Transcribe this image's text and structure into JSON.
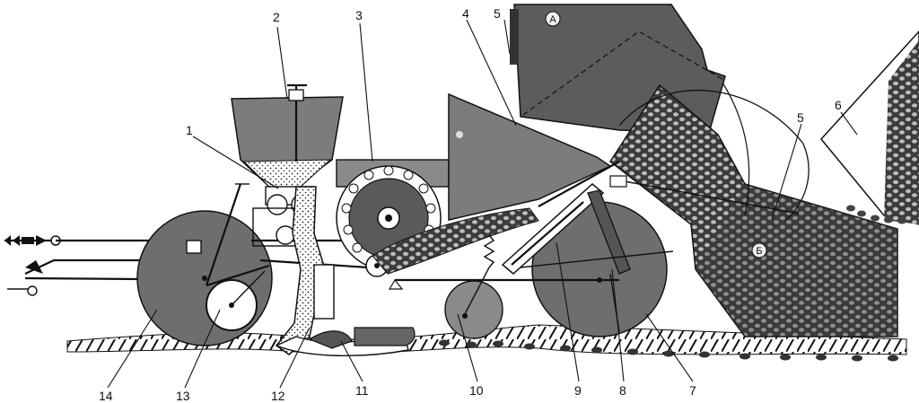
{
  "diagram": {
    "callouts": [
      {
        "id": "c1",
        "text": "1"
      },
      {
        "id": "c2",
        "text": "2"
      },
      {
        "id": "c3",
        "text": "3"
      },
      {
        "id": "c4",
        "text": "4"
      },
      {
        "id": "c5a",
        "text": "5"
      },
      {
        "id": "c5b",
        "text": "5"
      },
      {
        "id": "c6",
        "text": "6"
      },
      {
        "id": "c7",
        "text": "7"
      },
      {
        "id": "c8",
        "text": "8"
      },
      {
        "id": "c9",
        "text": "9"
      },
      {
        "id": "c10",
        "text": "10"
      },
      {
        "id": "c11",
        "text": "11"
      },
      {
        "id": "c12",
        "text": "12"
      },
      {
        "id": "c13",
        "text": "13"
      },
      {
        "id": "c14",
        "text": "14"
      }
    ],
    "zone_markers": [
      {
        "id": "zA",
        "text": "А"
      },
      {
        "id": "zB",
        "text": "Б"
      }
    ],
    "colors": {
      "ink": "#111111",
      "dark_fill": "#4a4a4a",
      "mid_fill": "#7a7a7a",
      "light_fill": "#a8a8a8",
      "paper": "#ffffff"
    }
  }
}
